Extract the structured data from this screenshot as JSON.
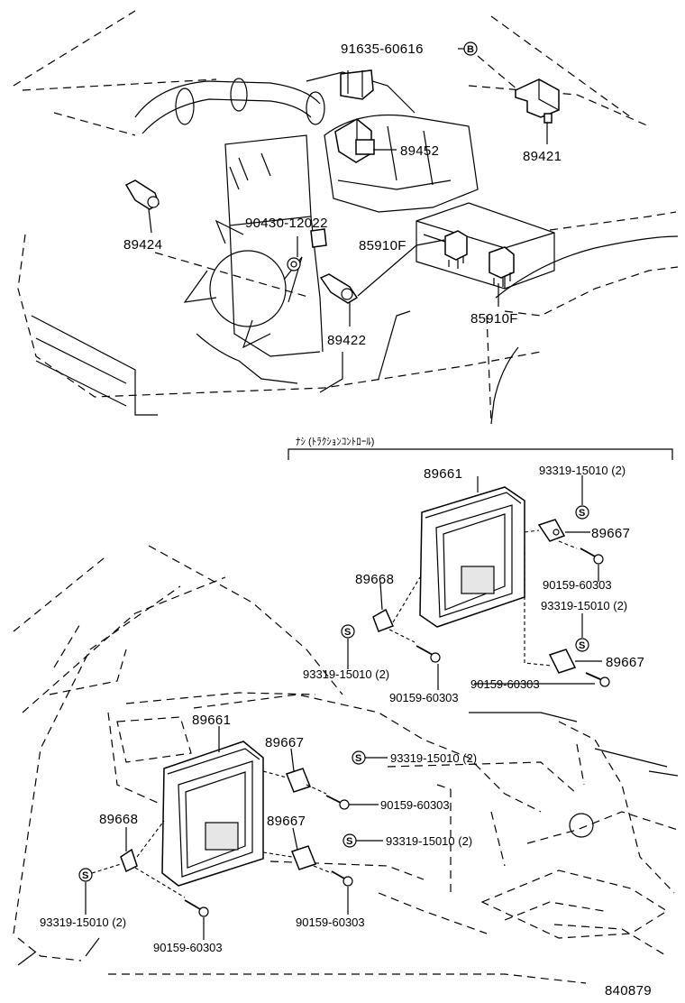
{
  "diagram": {
    "top_labels": {
      "p91635": "91635-60616",
      "p89421": "89421",
      "p89452": "89452",
      "p89424": "89424",
      "p90430": "90430-12022",
      "p85910_a": "85910F",
      "p85910_b": "85910F",
      "p89422": "89422"
    },
    "circle_symbol": "S",
    "circle_symbol_top": "B",
    "section_note": "ﾅｼ (ﾄﾗｸｼｮﾝｺﾝﾄﾛｰﾙ)",
    "right_assembly": {
      "ecu": "89661",
      "washer_top": "93319-15010 (2)",
      "bracket_top": "89667",
      "bolt_top": "90159-60303",
      "washer_mid": "93319-15010 (2)",
      "bracket_left": "89668",
      "washer_left": "93319-15010 (2)",
      "bolt_left": "90159-60303",
      "bracket_bottom": "89667",
      "bolt_bottom": "90159-60303"
    },
    "left_assembly": {
      "ecu": "89661",
      "bracket_top": "89667",
      "washer_top": "93319-15010 (2)",
      "bolt_top": "90159-60303",
      "bracket_mid": "89667",
      "washer_mid": "93319-15010 (2)",
      "bolt_mid": "90159-60303",
      "bracket_left": "89668",
      "washer_left": "93319-15010 (2)",
      "bolt_left": "90159-60303"
    },
    "figure_number": "840879"
  }
}
